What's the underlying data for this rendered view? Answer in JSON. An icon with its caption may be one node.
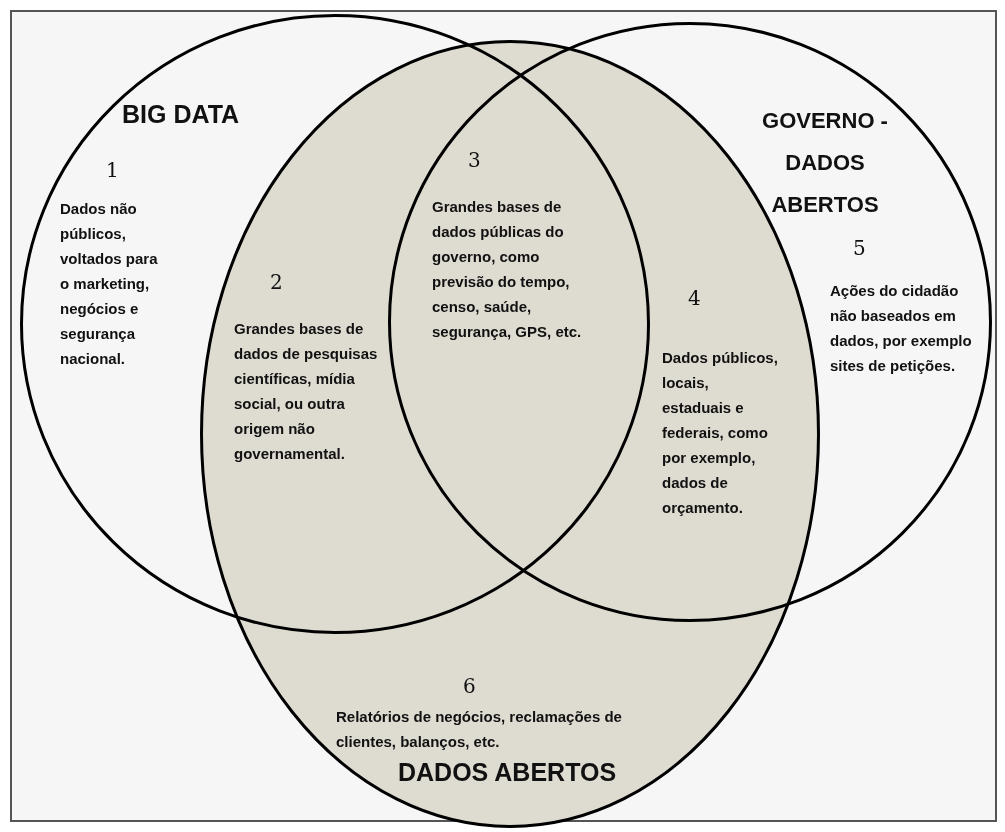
{
  "diagram": {
    "nodes": [
      {
        "text": [
          "BIG DATA"
        ]
      },
      {
        "text": [
          "GOVERNO - DADOS ABERTOS"
        ]
      },
      {
        "text": [
          "DADOS ABERTOS"
        ]
      }
    ],
    "edges": [],
    "labels": [
      "1",
      "Dados não públicos, voltados para o marketing, negócios e segurança nacional.",
      "2",
      "Grandes bases de dados de pesquisas científicas, mídia social, ou outra origem não governamental.",
      "3",
      "Grandes bases de dados públicas do governo, como previsão do tempo, censo, saúde, segurança, GPS, etc.",
      "4",
      "Dados públicos, locais, estaduais e federais, como por exemplo, dados de orçamento.",
      "5",
      "Ações do cidadão não baseados em dados, por exemplo sites de petições.",
      "6",
      "Relatórios de negócios, reclamações de clientes, balanços, etc."
    ]
  }
}
